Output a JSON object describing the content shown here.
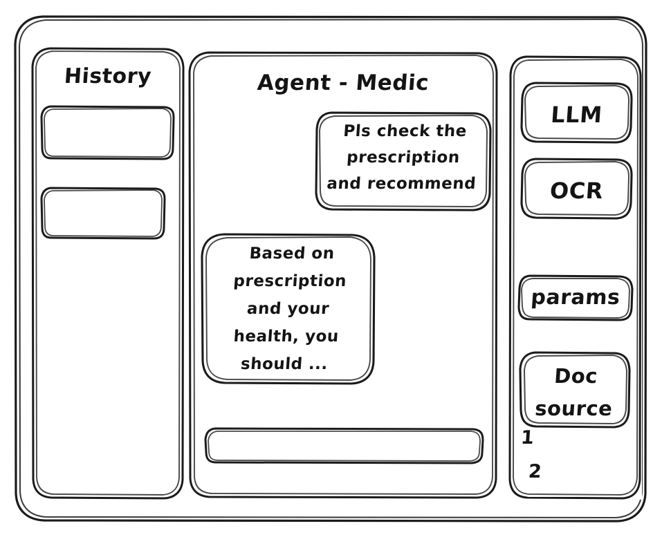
{
  "window": {
    "frame_label": "app-window"
  },
  "history": {
    "title": "History",
    "items": [
      {
        "label": ""
      },
      {
        "label": ""
      }
    ]
  },
  "agent": {
    "title": "Agent - Medic",
    "messages": [
      {
        "role": "user",
        "align": "right",
        "text": "Pls check the\nprescription\nand recommend"
      },
      {
        "role": "assistant",
        "align": "left",
        "text": "Based on\nprescription\nand your\nhealth, you\nshould ..."
      }
    ],
    "composer": {
      "value": "",
      "placeholder": ""
    }
  },
  "tools": {
    "buttons": [
      {
        "label": "LLM"
      },
      {
        "label": "OCR"
      },
      {
        "label": "params"
      },
      {
        "label": "Doc\nsource"
      }
    ],
    "doc_references": [
      {
        "label": "1"
      },
      {
        "label": "2"
      }
    ]
  },
  "style": {
    "stroke_color": "#1b1b1b",
    "fill_color": "#ffffff"
  }
}
